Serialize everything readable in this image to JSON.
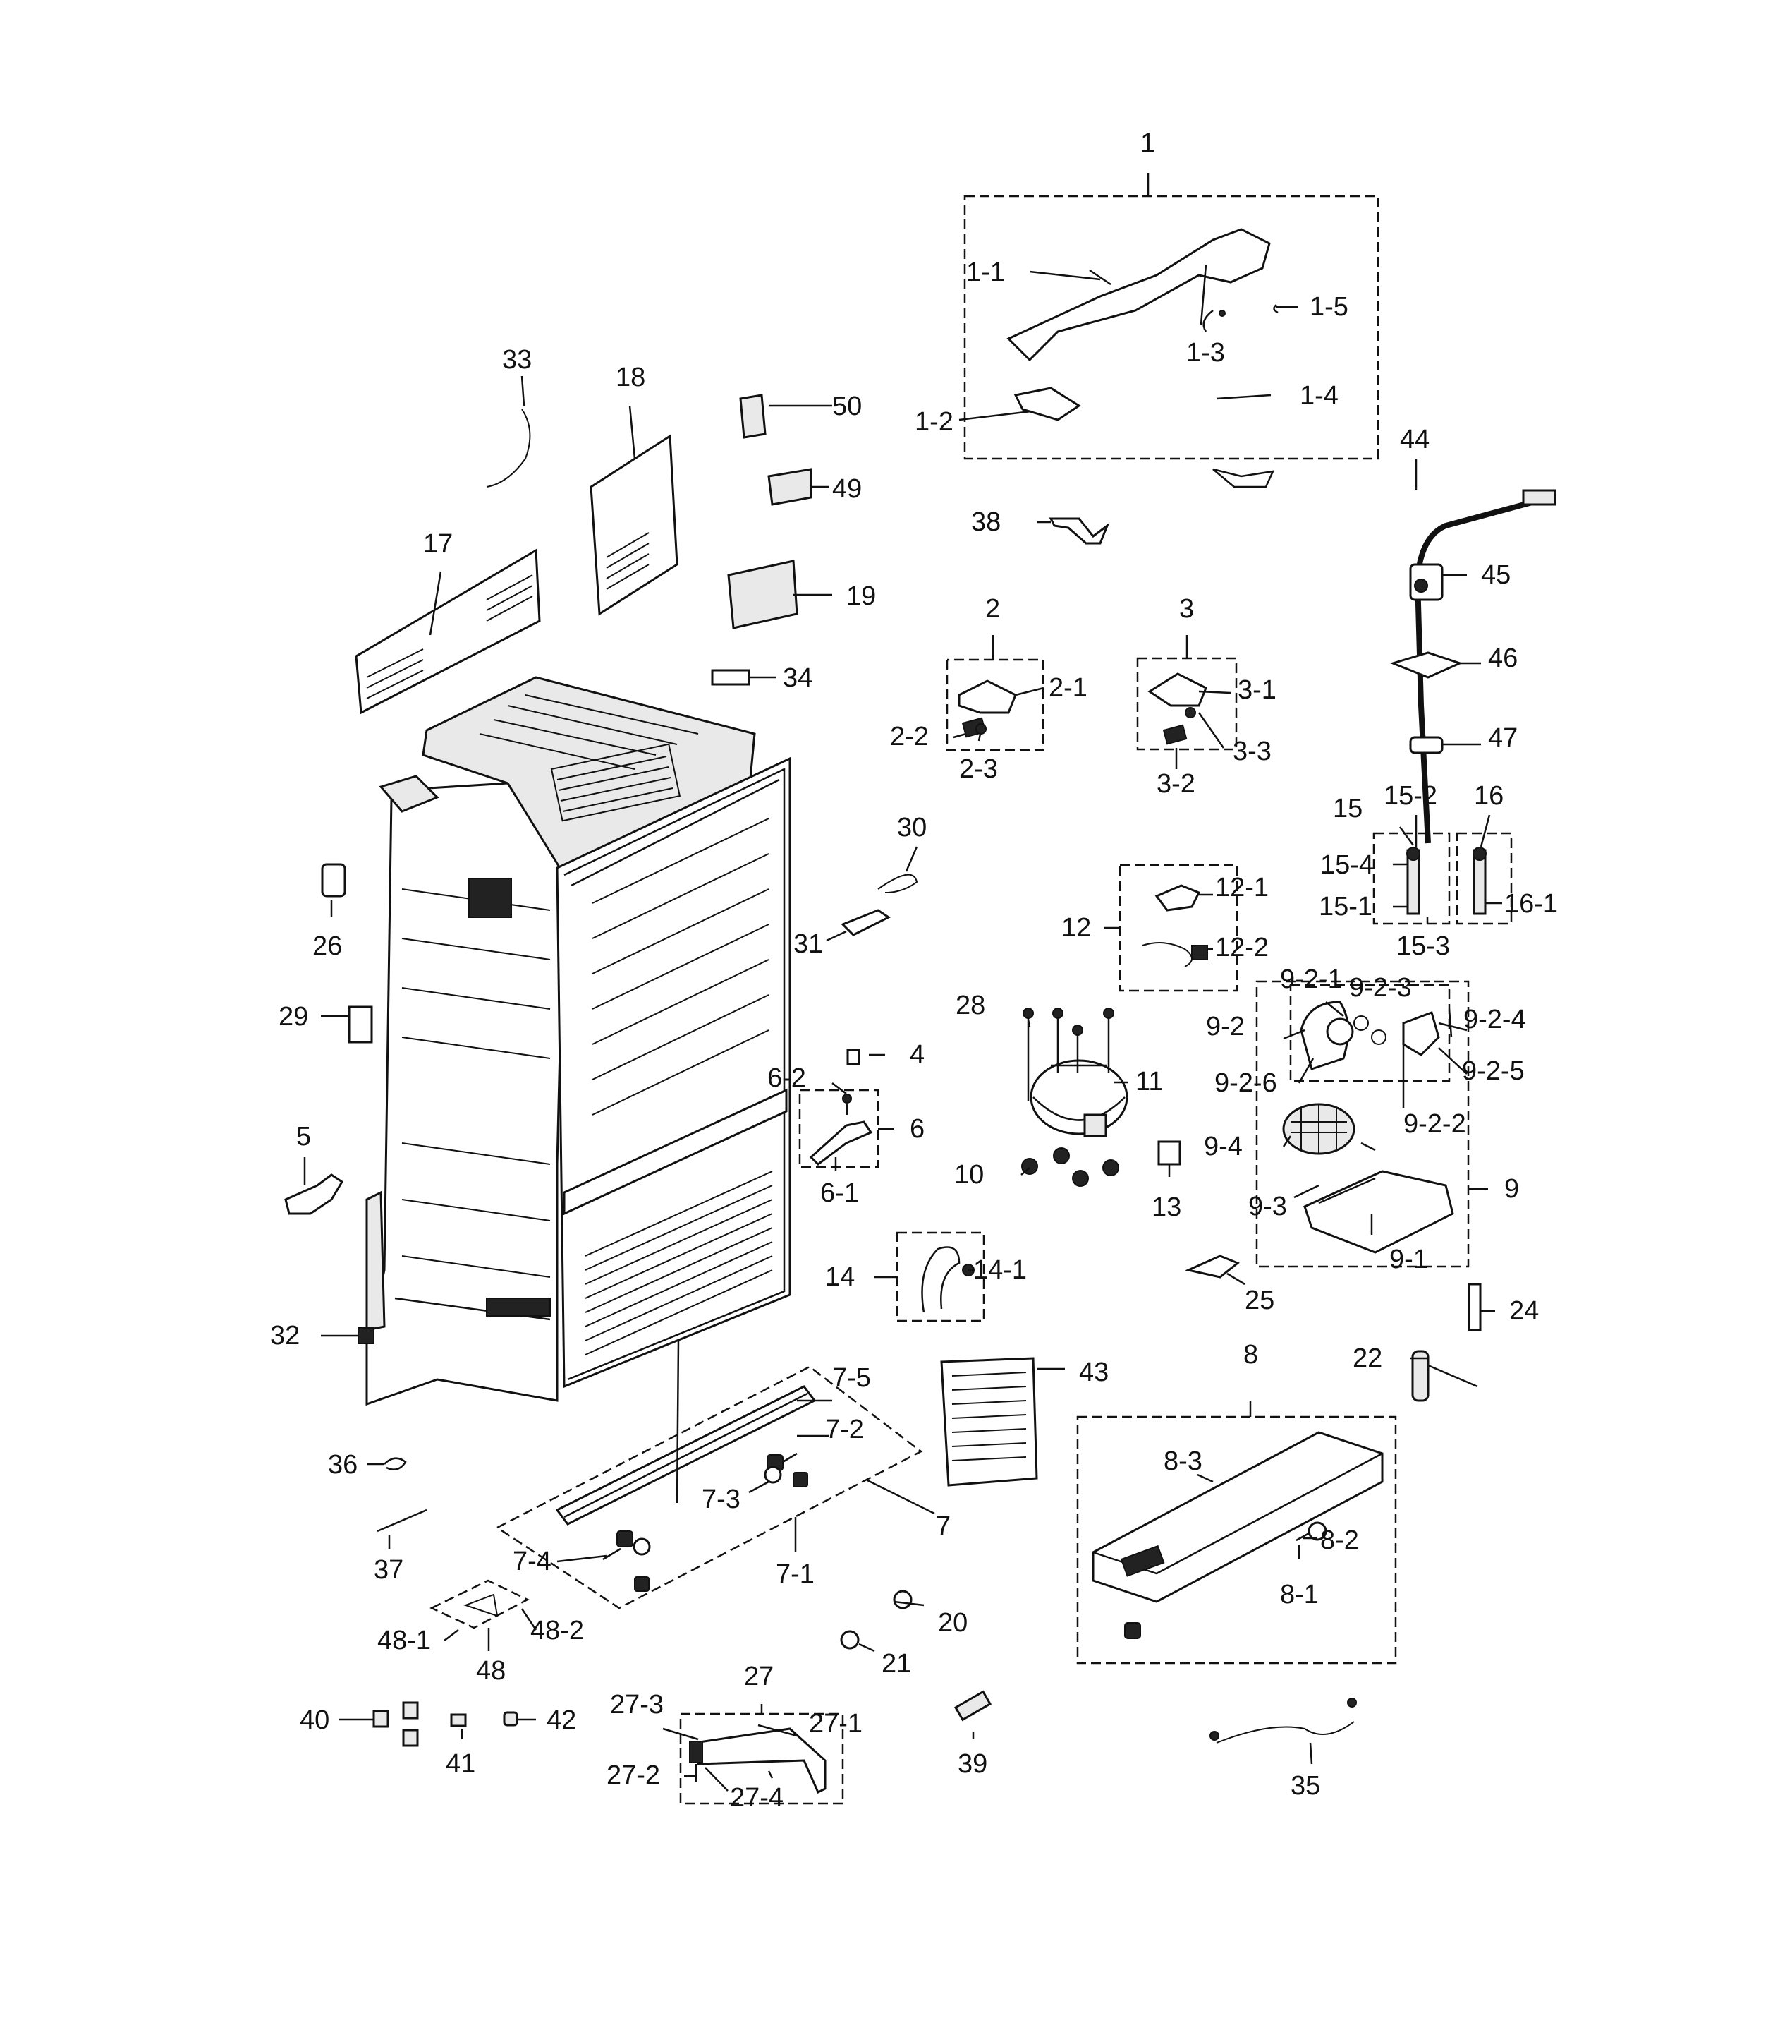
{
  "labels": {
    "l1": "1",
    "l1_1": "1-1",
    "l1_2": "1-2",
    "l1_3": "1-3",
    "l1_4": "1-4",
    "l1_5": "1-5",
    "l2": "2",
    "l2_1": "2-1",
    "l2_2": "2-2",
    "l2_3": "2-3",
    "l3": "3",
    "l3_1": "3-1",
    "l3_2": "3-2",
    "l3_3": "3-3",
    "l4": "4",
    "l5": "5",
    "l6": "6",
    "l6_1": "6-1",
    "l6_2": "6-2",
    "l7": "7",
    "l7_1": "7-1",
    "l7_2": "7-2",
    "l7_3": "7-3",
    "l7_4": "7-4",
    "l7_5": "7-5",
    "l8": "8",
    "l8_1": "8-1",
    "l8_2": "8-2",
    "l8_3": "8-3",
    "l9": "9",
    "l9_1": "9-1",
    "l9_2": "9-2",
    "l9_2_1": "9-2-1",
    "l9_2_2": "9-2-2",
    "l9_2_3": "9-2-3",
    "l9_2_4": "9-2-4",
    "l9_2_5": "9-2-5",
    "l9_2_6": "9-2-6",
    "l9_3": "9-3",
    "l9_4": "9-4",
    "l10": "10",
    "l11": "11",
    "l12": "12",
    "l12_1": "12-1",
    "l12_2": "12-2",
    "l13": "13",
    "l14": "14",
    "l14_1": "14-1",
    "l15": "15",
    "l15_1": "15-1",
    "l15_2": "15-2",
    "l15_3": "15-3",
    "l15_4": "15-4",
    "l16": "16",
    "l16_1": "16-1",
    "l17": "17",
    "l18": "18",
    "l19": "19",
    "l20": "20",
    "l21": "21",
    "l22": "22",
    "l24": "24",
    "l25": "25",
    "l26": "26",
    "l27": "27",
    "l27_1": "27-1",
    "l27_2": "27-2",
    "l27_3": "27-3",
    "l27_4": "27-4",
    "l28": "28",
    "l29": "29",
    "l30": "30",
    "l31": "31",
    "l32": "32",
    "l33": "33",
    "l34": "34",
    "l35": "35",
    "l36": "36",
    "l37": "37",
    "l38": "38",
    "l39": "39",
    "l40": "40",
    "l41": "41",
    "l42": "42",
    "l43": "43",
    "l44": "44",
    "l45": "45",
    "l46": "46",
    "l47": "47",
    "l48": "48",
    "l48_1": "48-1",
    "l48_2": "48-2",
    "l49": "49",
    "l50": "50"
  }
}
